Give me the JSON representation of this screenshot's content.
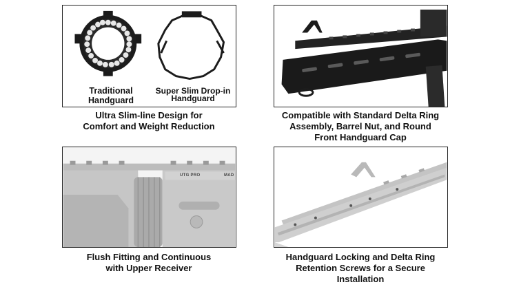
{
  "panel_top_left": {
    "label_left": [
      "Traditional",
      "Handguard"
    ],
    "label_right": [
      "Super Slim Drop-in",
      "Handguard"
    ]
  },
  "captions": {
    "top_left": [
      "Ultra Slim-line Design for",
      "Comfort and Weight Reduction"
    ],
    "top_right": [
      "Compatible with Standard Delta Ring",
      "Assembly, Barrel Nut, and Round",
      "Front Handguard Cap"
    ],
    "bottom_left": [
      "Flush Fitting and Continuous",
      "with Upper Receiver"
    ],
    "bottom_right": [
      "Handguard Locking and Delta Ring",
      "Retention Screws for a Secure",
      "Installation"
    ]
  },
  "panel_bottom_left": {
    "brand": "UTG PRO",
    "brand_suffix": "MAD"
  },
  "colors": {
    "border": "#222222",
    "dark_metal": "#1c1c1c",
    "light_metal": "#bdbdbd"
  }
}
